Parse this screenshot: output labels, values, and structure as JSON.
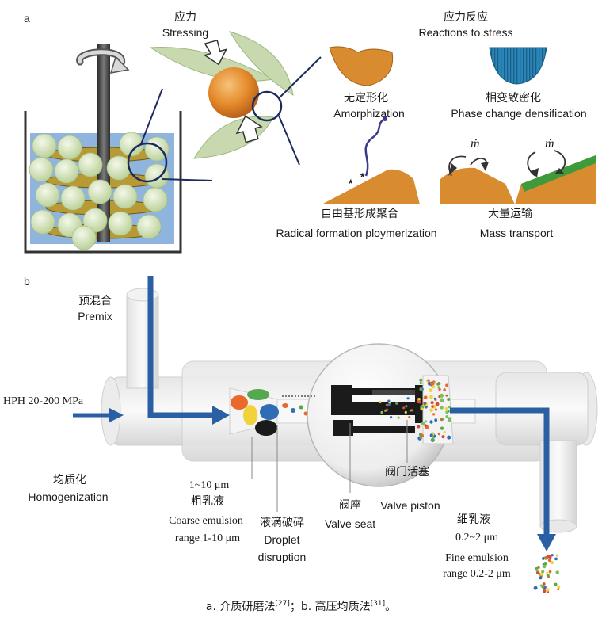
{
  "panel_a": {
    "letter": "a",
    "stressing_cn": "应力",
    "stressing_en": "Stressing",
    "reactions_cn": "应力反应",
    "reactions_en": "Reactions to stress",
    "amorph_cn": "无定形化",
    "amorph_en": "Amorphization",
    "phase_cn": "相变致密化",
    "phase_en": "Phase change densification",
    "mdot_left": "ṁ",
    "mdot_right": "ṁ",
    "radical_cn": "自由基形成聚合",
    "radical_en": "Radical formation ploymerization",
    "mass_cn": "大量运输",
    "mass_en": "Mass transport"
  },
  "panel_b": {
    "letter": "b",
    "premix_cn": "预混合",
    "premix_en": "Premix",
    "hph": "HPH 20-200 MPa",
    "homog_cn": "均质化",
    "homog_en": "Homogenization",
    "coarse_range": "1~10 μm",
    "coarse_cn": "粗乳液",
    "coarse_en1": "Coarse emulsion",
    "coarse_en2": "range 1-10 μm",
    "droplet_cn": "液滴破碎",
    "droplet_en1": "Droplet",
    "droplet_en2": "disruption",
    "seat_cn": "阀座",
    "seat_en": "Valve seat",
    "piston_cn": "阀门活塞",
    "piston_en": "Valve piston",
    "fine_cn": "细乳液",
    "fine_range": "0.2~2 μm",
    "fine_en1": "Fine emulsion",
    "fine_en2": "range 0.2-2 μm"
  },
  "caption": {
    "part1": "a. 介质研磨法",
    "ref1": "[27]",
    "part2": "；b. 高压均质法",
    "ref2": "[31]",
    "part3": "。"
  },
  "colors": {
    "arrow_blue": "#2b5fa3",
    "particle_orange": "#d98b2f",
    "leaf_green": "#c8d9b0",
    "phase_blue": "#2a7fb0",
    "ball_green": "#dce8c6",
    "liquid_blue": "#8fb4de"
  }
}
